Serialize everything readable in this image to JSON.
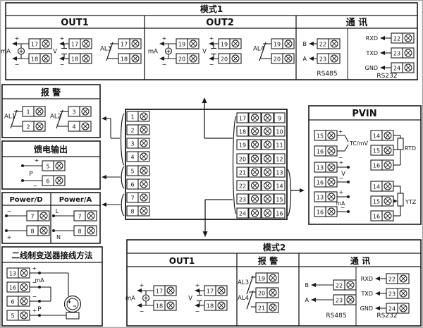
{
  "colors": {
    "ink": "#1a1a1a",
    "paper": "#ffffff"
  },
  "mode1": {
    "title": "模式1",
    "out1": {
      "header": "OUT1",
      "ma": {
        "label": "mA",
        "plus": "+",
        "minus": "−",
        "terminals": [
          "17",
          "18"
        ]
      },
      "v": {
        "label": "V",
        "plus": "+",
        "minus": "−",
        "terminals": [
          "17",
          "18"
        ]
      },
      "al": {
        "label": "AL3",
        "terminals": [
          "17",
          "18"
        ]
      }
    },
    "out2": {
      "header": "OUT2",
      "ma": {
        "label": "mA",
        "plus": "+",
        "minus": "−",
        "terminals": [
          "19",
          "20"
        ]
      },
      "v": {
        "label": "V",
        "plus": "+",
        "minus": "−",
        "terminals": [
          "19",
          "20"
        ]
      },
      "al": {
        "label": "AL4",
        "terminals": [
          "19",
          "20"
        ]
      }
    },
    "comm": {
      "header": "通  讯",
      "rs485": {
        "label": "RS485",
        "lines": [
          {
            "name": "B",
            "terminal": "22"
          },
          {
            "name": "A",
            "terminal": "23"
          }
        ]
      },
      "rs232": {
        "label": "RS232",
        "lines": [
          {
            "name": "RXD",
            "terminal": "22"
          },
          {
            "name": "TXD",
            "terminal": "23"
          },
          {
            "name": "GND",
            "terminal": "24"
          }
        ]
      }
    }
  },
  "alarm": {
    "title": "报  警",
    "groups": [
      {
        "label": "AL1",
        "terminals": [
          "1",
          "2"
        ]
      },
      {
        "label": "AL2",
        "terminals": [
          "3",
          "4"
        ]
      }
    ]
  },
  "feed": {
    "title": "馈电输出",
    "label": "P",
    "rows": [
      {
        "mark": "+",
        "terminal": "5"
      },
      {
        "mark": "−",
        "terminal": "6"
      }
    ]
  },
  "power": {
    "dc": {
      "header": "Power/D",
      "rows": [
        {
          "mark": "−",
          "terminal": "7"
        },
        {
          "mark": "+",
          "terminal": "8"
        }
      ]
    },
    "ac": {
      "header": "Power/A",
      "rows": [
        {
          "mark": "L",
          "terminal": "7"
        },
        {
          "mark": "N",
          "terminal": "8"
        }
      ]
    }
  },
  "transmitter": {
    "title": "二线制变送器接线方法",
    "ma_label": "mA",
    "p_label": "P",
    "rows": [
      {
        "terminal": "13",
        "mark": "+"
      },
      {
        "terminal": "16",
        "mark": "−"
      },
      {
        "terminal": "6",
        "mark": "−"
      },
      {
        "terminal": "5",
        "mark": "+"
      }
    ]
  },
  "center": {
    "left": [
      "1",
      "2",
      "3",
      "4",
      "5",
      "6",
      "7",
      "8"
    ],
    "mid": [
      "17",
      "18",
      "19",
      "20",
      "21",
      "22",
      "23",
      "24"
    ],
    "right": [
      "9",
      "10",
      "11",
      "12",
      "13",
      "14",
      "15",
      "16"
    ]
  },
  "pvin": {
    "title": "PVIN",
    "tc": {
      "label": "TC/mV",
      "rows": [
        {
          "mark": "+",
          "terminal": "15"
        },
        {
          "mark": "−",
          "terminal": "16"
        }
      ]
    },
    "v": {
      "label": "V",
      "rows": [
        {
          "mark": "+",
          "terminal": "13"
        },
        {
          "mark": "−",
          "terminal": "16"
        }
      ]
    },
    "ma": {
      "label": "mA",
      "rows": [
        {
          "mark": "+",
          "terminal": "13"
        },
        {
          "mark": "−",
          "terminal": "16"
        }
      ]
    },
    "rtd": {
      "label": "RTD",
      "terminals": [
        "14",
        "15",
        "16"
      ]
    },
    "ytz": {
      "label": "YTZ",
      "terminals": [
        "14",
        "15",
        "16"
      ]
    }
  },
  "mode2": {
    "title": "模式2",
    "out1": {
      "header": "OUT1",
      "ma": {
        "label": "mA",
        "plus": "+",
        "minus": "−",
        "terminals": [
          "17",
          "18"
        ]
      },
      "v": {
        "label": "V",
        "plus": "+",
        "minus": "−",
        "terminals": [
          "17",
          "18"
        ]
      }
    },
    "alarm": {
      "header": "报  警",
      "groups": [
        {
          "label": "AL3"
        },
        {
          "label": "AL4"
        }
      ],
      "terminals": [
        "19",
        "20",
        "21"
      ]
    },
    "comm": {
      "header": "通  讯",
      "rs485": {
        "label": "RS485",
        "lines": [
          {
            "name": "B",
            "terminal": "22"
          },
          {
            "name": "A",
            "terminal": "23"
          }
        ]
      },
      "rs232": {
        "label": "RS232",
        "lines": [
          {
            "name": "RXD",
            "terminal": "22"
          },
          {
            "name": "TXD",
            "terminal": "23"
          },
          {
            "name": "GND",
            "terminal": "24"
          }
        ]
      }
    }
  }
}
